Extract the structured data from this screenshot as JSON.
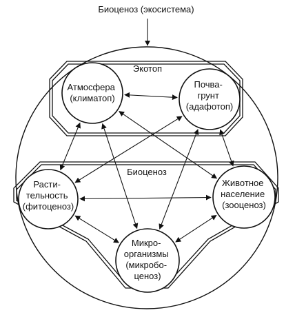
{
  "title": "Биоценоз (экосистема)",
  "regions": {
    "ecotope": "Экотоп",
    "biocenosis": "Биоценоз"
  },
  "nodes": {
    "atmosphere": [
      "Атмосфера",
      "(климатоп)"
    ],
    "soil": [
      "Почва-",
      "грунт",
      "(адафотоп)"
    ],
    "vegetation": [
      "Расти-",
      "тельность",
      "(фитоценоз)"
    ],
    "animals": [
      "Животное",
      "население",
      "(зооценоз)"
    ],
    "microorganisms": [
      "Микро-",
      "организмы",
      "(микробо-",
      "ценоз)"
    ]
  },
  "links": [
    [
      "atmosphere",
      "soil"
    ],
    [
      "atmosphere",
      "vegetation"
    ],
    [
      "atmosphere",
      "animals"
    ],
    [
      "atmosphere",
      "microorganisms"
    ],
    [
      "soil",
      "vegetation"
    ],
    [
      "soil",
      "animals"
    ],
    [
      "soil",
      "microorganisms"
    ],
    [
      "vegetation",
      "animals"
    ],
    [
      "vegetation",
      "microorganisms"
    ],
    [
      "animals",
      "microorganisms"
    ]
  ]
}
